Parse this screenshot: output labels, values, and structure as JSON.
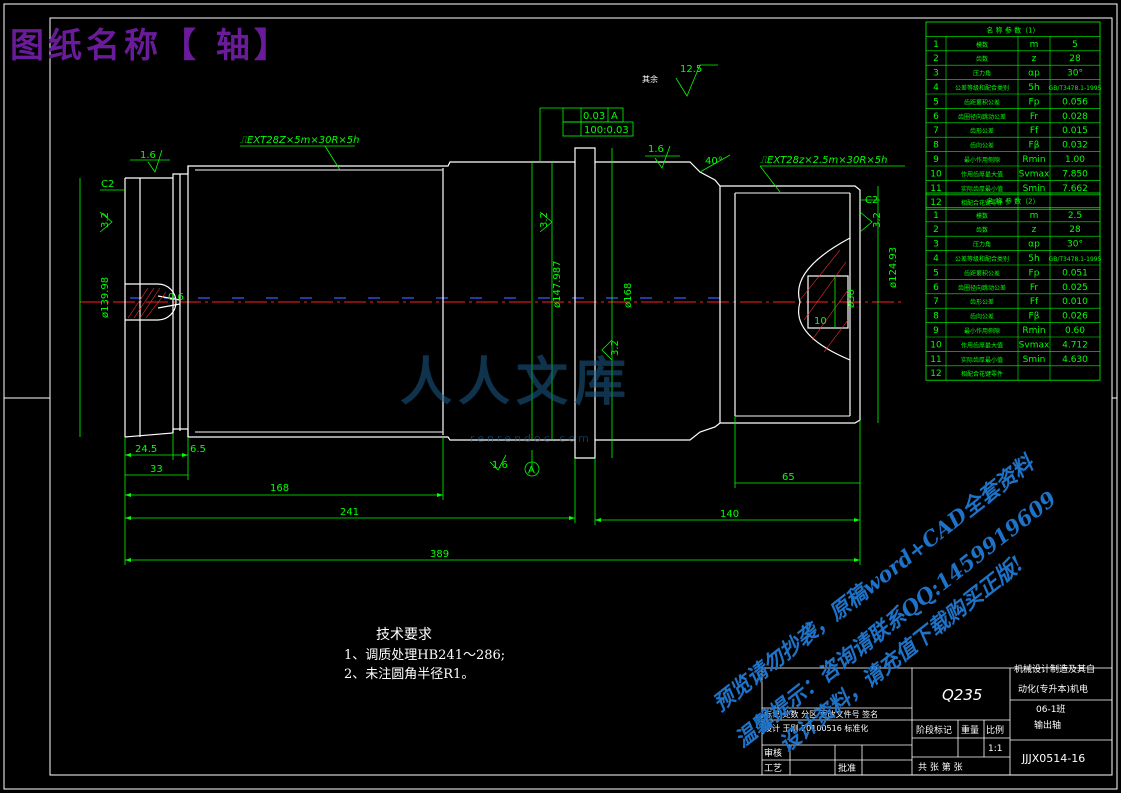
{
  "title": "图纸名称【 轴】",
  "annotations": {
    "rough_top": "12.5",
    "rough_top_note": "其余",
    "spline_left": "⎍EXT28Z×5m×30R×5h",
    "spline_right": "⎍EXT28z×2.5m×30R×5h",
    "tol_parallel": "0.03",
    "tol_datum": "A",
    "tol_runout": "100:0.03",
    "rough_16a": "1.6",
    "rough_16b": "1.6",
    "rough_16c": "1.6",
    "rough_32a": "3.2",
    "rough_32b": "3.2",
    "rough_32c": "3.2",
    "rough_32d": "3.2",
    "chamfer_left": "C2",
    "chamfer_right": "C2",
    "angle": "40°",
    "datum_a": "A",
    "dia_left": "ø139.98",
    "dia_mid": "ø147.987",
    "dia_collar": "ø168",
    "dia_right": "ø124.93",
    "dia_small": "ø30",
    "key_depth": "10",
    "dim_24_5": "24.5",
    "dim_6_5": "6.5",
    "dim_33": "33",
    "dim_168": "168",
    "dim_241": "241",
    "dim_65": "65",
    "dim_140": "140",
    "dim_389": "389",
    "small_r": "0.6"
  },
  "param_table_1": {
    "header": "名 称 参 数（1）",
    "rows": [
      [
        "1",
        "模数",
        "m",
        "5"
      ],
      [
        "2",
        "齿数",
        "z",
        "28"
      ],
      [
        "3",
        "压力角",
        "αp",
        "30°"
      ],
      [
        "4",
        "公差等级和配合类别",
        "5h",
        "GB/T3478.1-1995"
      ],
      [
        "5",
        "齿距累积公差",
        "Fp",
        "0.056"
      ],
      [
        "6",
        "齿圈径向跳动公差",
        "Fr",
        "0.028"
      ],
      [
        "7",
        "齿形公差",
        "Ff",
        "0.015"
      ],
      [
        "8",
        "齿向公差",
        "Fβ",
        "0.032"
      ],
      [
        "9",
        "最小作用侧隙",
        "Rmin",
        "1.00"
      ],
      [
        "10",
        "作用齿厚最大值",
        "Svmax",
        "7.850"
      ],
      [
        "11",
        "实际齿厚最小值",
        "Smin",
        "7.662"
      ],
      [
        "12",
        "相配合花键零件",
        "",
        ""
      ]
    ]
  },
  "param_table_2": {
    "header": "名 称 参 数（2）",
    "rows": [
      [
        "1",
        "模数",
        "m",
        "2.5"
      ],
      [
        "2",
        "齿数",
        "z",
        "28"
      ],
      [
        "3",
        "压力角",
        "αp",
        "30°"
      ],
      [
        "4",
        "公差等级和配合类别",
        "5h",
        "GB/T3478.1-1995"
      ],
      [
        "5",
        "齿距累积公差",
        "Fp",
        "0.051"
      ],
      [
        "6",
        "齿圈径向跳动公差",
        "Fr",
        "0.025"
      ],
      [
        "7",
        "齿形公差",
        "Ff",
        "0.010"
      ],
      [
        "8",
        "齿向公差",
        "Fβ",
        "0.026"
      ],
      [
        "9",
        "最小作用侧隙",
        "Rmin",
        "0.60"
      ],
      [
        "10",
        "作用齿厚最大值",
        "Svmax",
        "4.712"
      ],
      [
        "11",
        "实际齿厚最小值",
        "Smin",
        "4.630"
      ],
      [
        "12",
        "相配合花键零件",
        "",
        ""
      ]
    ]
  },
  "tech_req": {
    "heading": "技术要求",
    "items": [
      "1、调质处理HB241～286;",
      "2、未注圆角半径R1。"
    ]
  },
  "title_block": {
    "material": "Q235",
    "school_line1": "机械设计制造及其自",
    "school_line2": "动化(专升本)机电",
    "class": "06-1班",
    "part_name": "输出轴",
    "drawing_no": "JJJX0514-16",
    "row_mark": "标记 处数 分区 更改文件号 签名",
    "row_design": "设计 王刚 20100516 标准化",
    "stage_mark": "阶段标记",
    "weight": "重量",
    "scale": "比例",
    "scale_value": "1:1",
    "review": "审核",
    "process": "工艺",
    "approve": "批准",
    "sheets": "共  张  第  张"
  },
  "watermarks": {
    "logo": "人人文库",
    "url": "renrendoc.com",
    "line1": "预览请勿抄袭，原稿word+CAD全套资料",
    "line2": "温馨提示：咨询请联系QQ:1459919609",
    "line3": "设计资料，请充值下载购买正版!"
  }
}
